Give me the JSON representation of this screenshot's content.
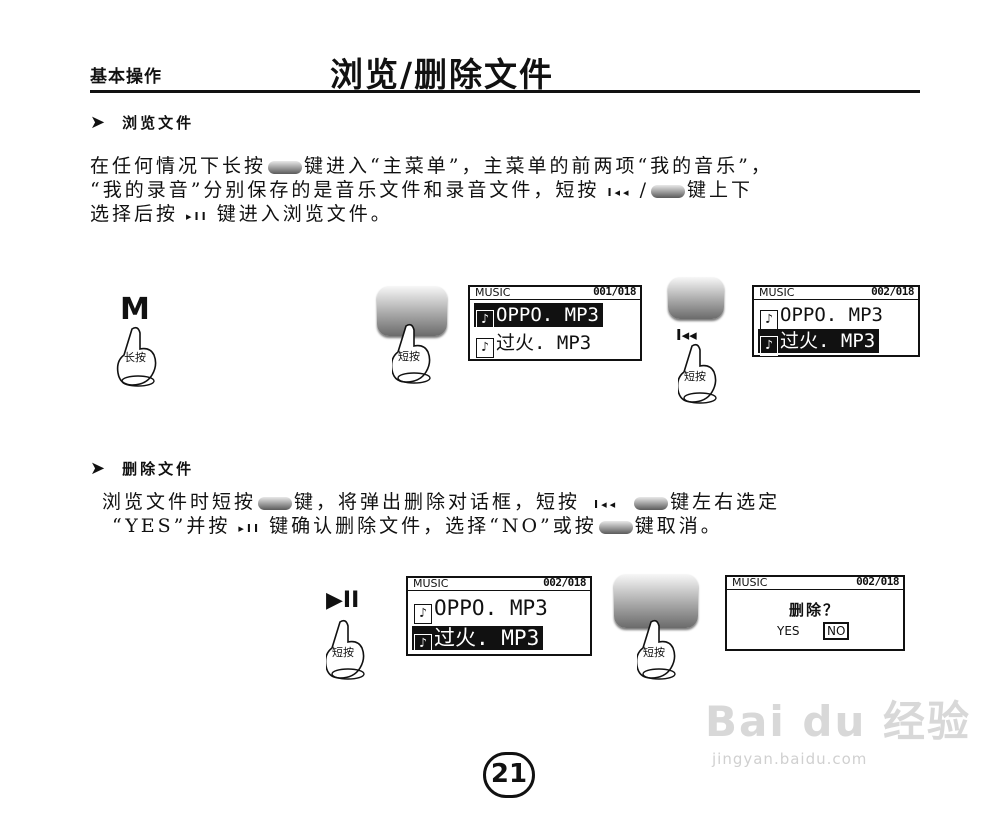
{
  "header": {
    "section_label": "基本操作",
    "title": "浏览/删除文件"
  },
  "browse": {
    "heading": "浏览文件",
    "para_line1_a": "在任何情况下长按",
    "para_line1_b": "键进入“主菜单”，主菜单的前两项“我的音乐”，",
    "para_line2_a": "“我的录音”分别保存的是音乐文件和录音文件，短按",
    "para_line2_b": "/",
    "para_line2_c": "键上下",
    "para_line3_a": "选择后按",
    "para_line3_b": "键进入浏览文件。",
    "m_label": "M",
    "hand1_label": "长按",
    "hand2_label": "短按",
    "hand3_label": "短按",
    "screen1": {
      "title": "MUSIC",
      "counter": "001/018",
      "row1": "OPPO. MP3",
      "row2": "过火. MP3"
    },
    "screen2": {
      "title": "MUSIC",
      "counter": "002/018",
      "row1": "OPPO. MP3",
      "row2": "过火. MP3"
    }
  },
  "delete": {
    "heading": "删除文件",
    "para_line1_a": "浏览文件时短按",
    "para_line1_b": "键，将弹出删除对话框，短按",
    "para_line1_c": "键左右选定",
    "para_line2_a": "“YES”并按",
    "para_line2_b": "键确认删除文件，选择“NO”或按",
    "para_line2_c": "键取消。",
    "hand1_label": "短按",
    "hand2_label": "短按",
    "screen1": {
      "title": "MUSIC",
      "counter": "002/018",
      "row1": "OPPO. MP3",
      "row2": "过火. MP3"
    },
    "screen2": {
      "title": "MUSIC",
      "counter": "002/018",
      "question": "删除？",
      "yes": "YES",
      "no": "NO"
    }
  },
  "icons": {
    "prev": "prev-track-icon",
    "play_pause": "play-pause-icon",
    "note": "music-note-icon"
  },
  "glyphs": {
    "prev": "I◂◂",
    "play_pause": "▸II",
    "prev_big": "I◂◂",
    "play_big": "▶II",
    "note": "♪"
  },
  "page_number": "21",
  "watermark": {
    "brand": "Bai du 经验",
    "url": "jingyan.baidu.com"
  }
}
